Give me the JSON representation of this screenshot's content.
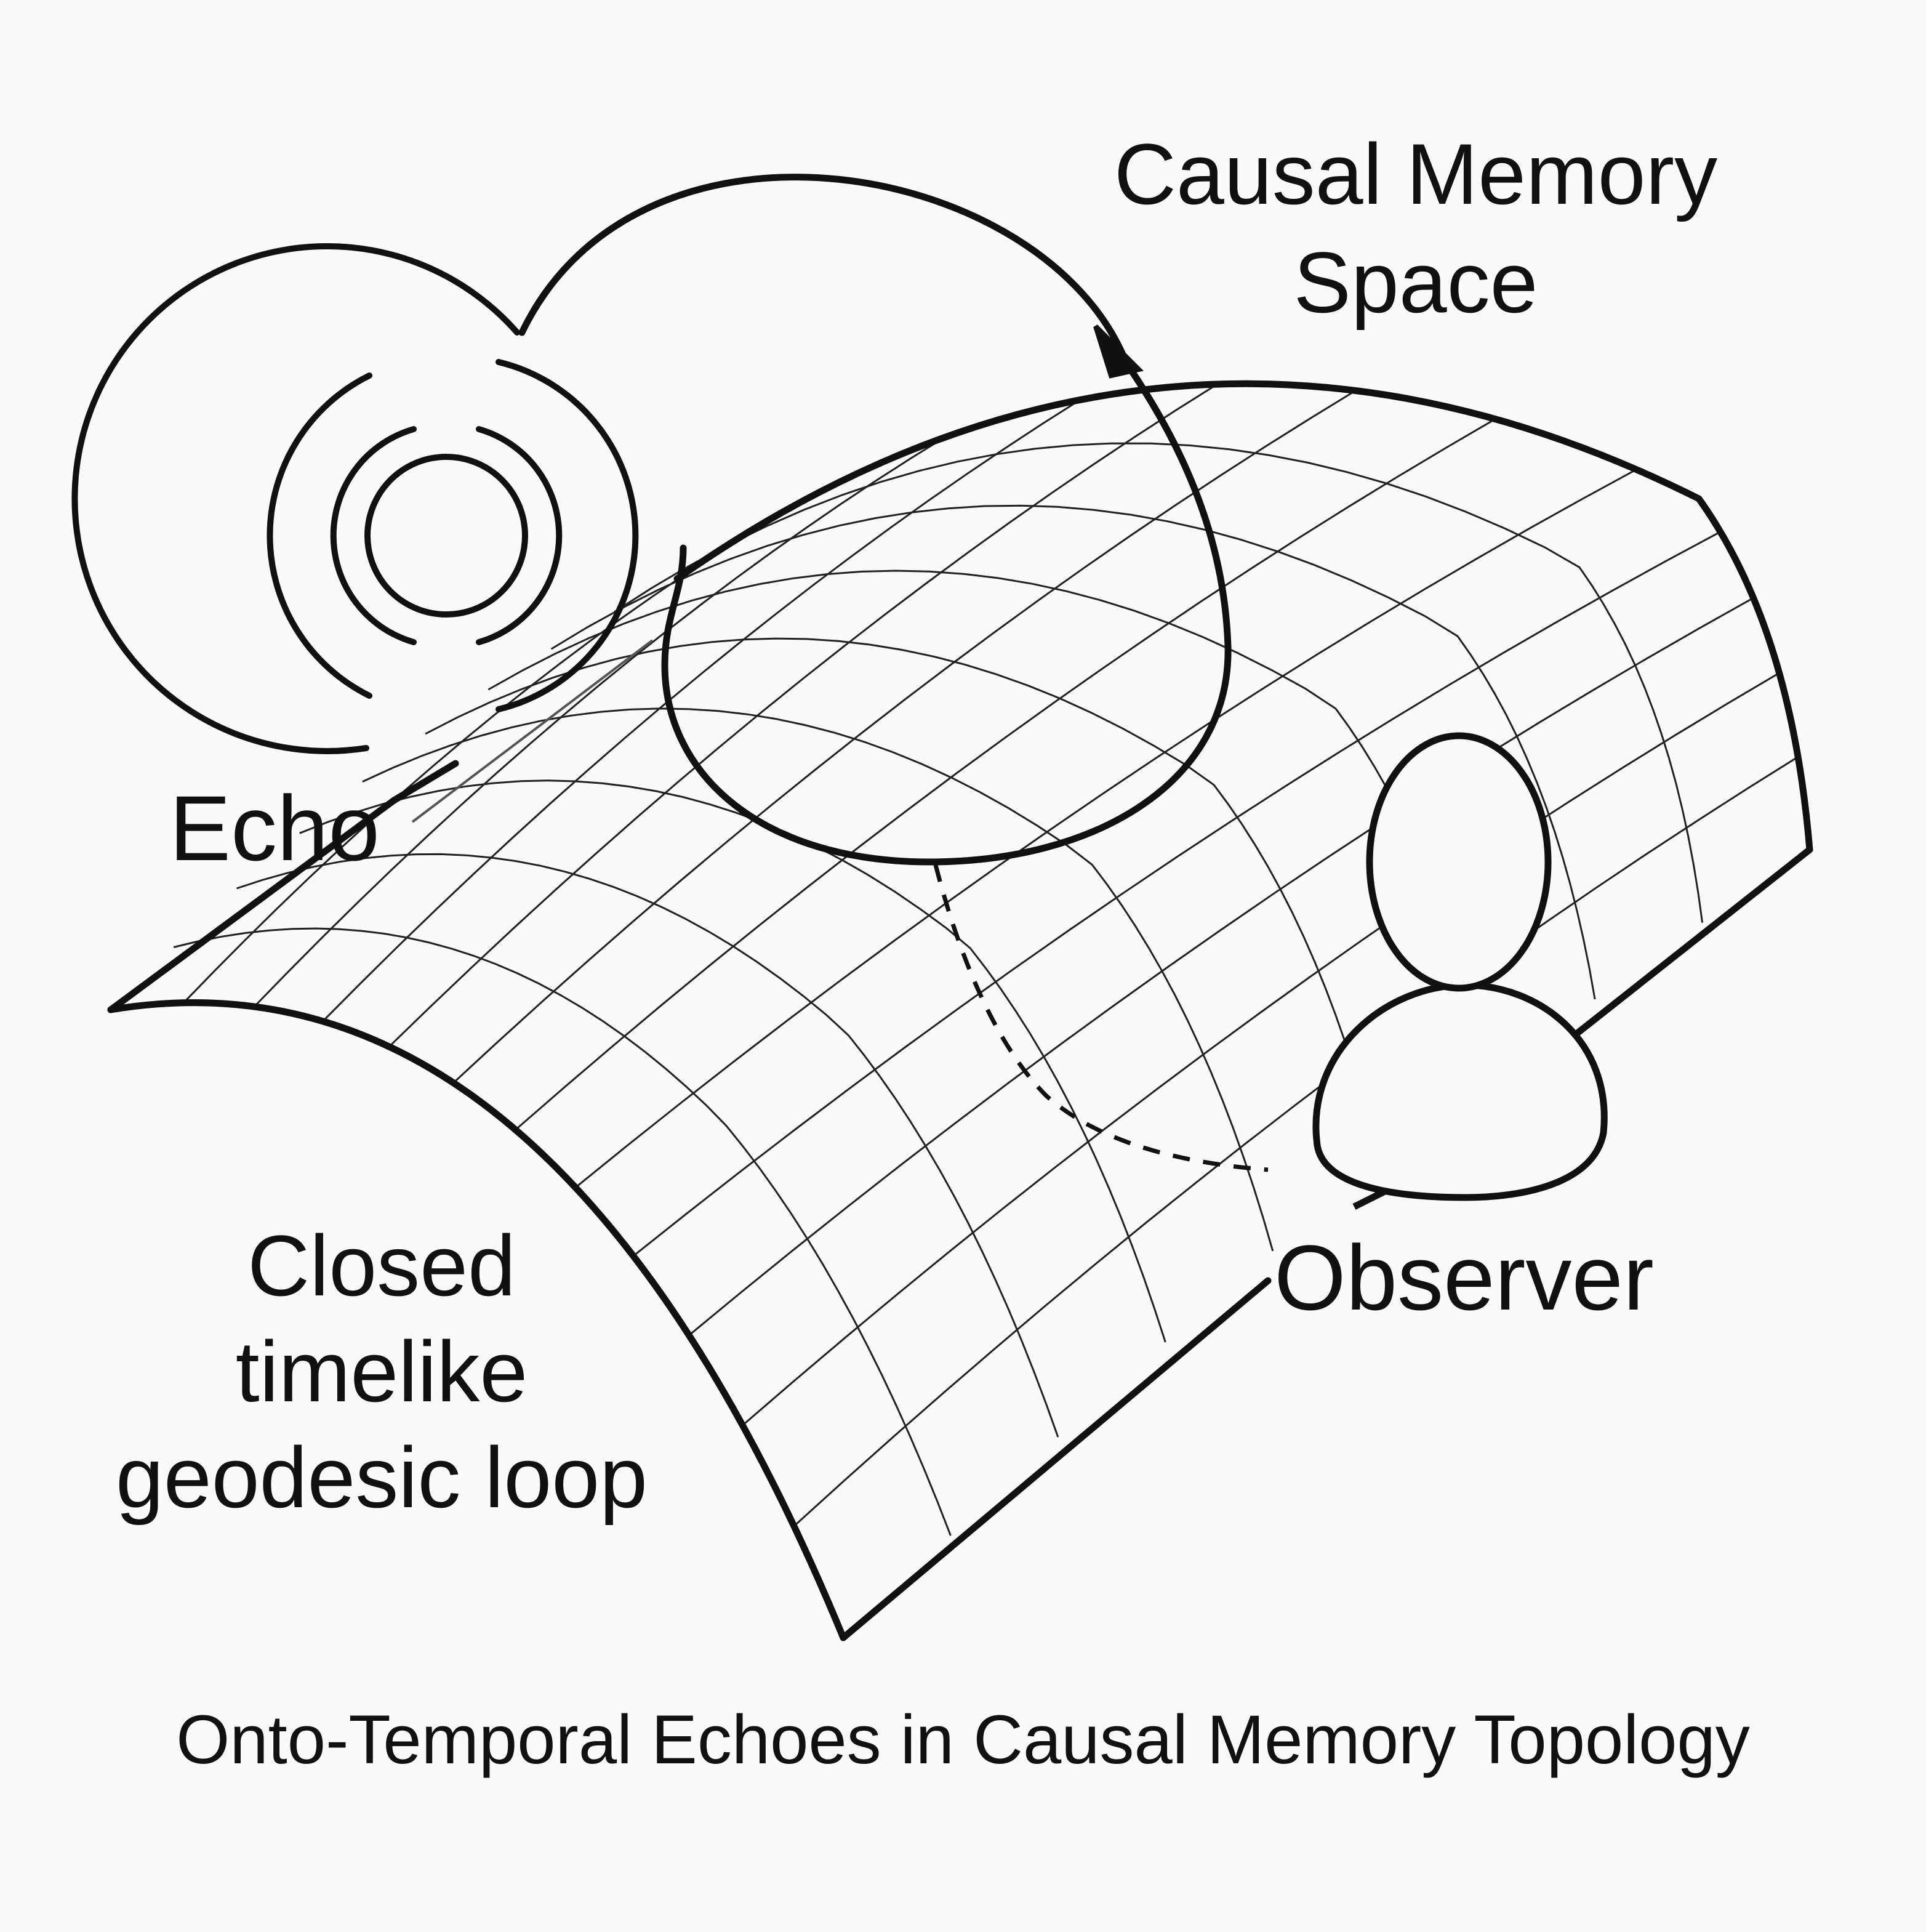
{
  "labels": {
    "memory_space": [
      "Causal Memory",
      "Space"
    ],
    "echo": "Echo",
    "loop": [
      "Closed",
      "timelike",
      "geodesic loop"
    ],
    "observer": "Observer"
  },
  "caption": "Onto-Temporal Echoes in Causal Memory Topology",
  "colors": {
    "background": "#fafafa",
    "ink": "#111111"
  },
  "icons": {
    "echo": "concentric-rings-icon",
    "observer": "person-icon"
  }
}
